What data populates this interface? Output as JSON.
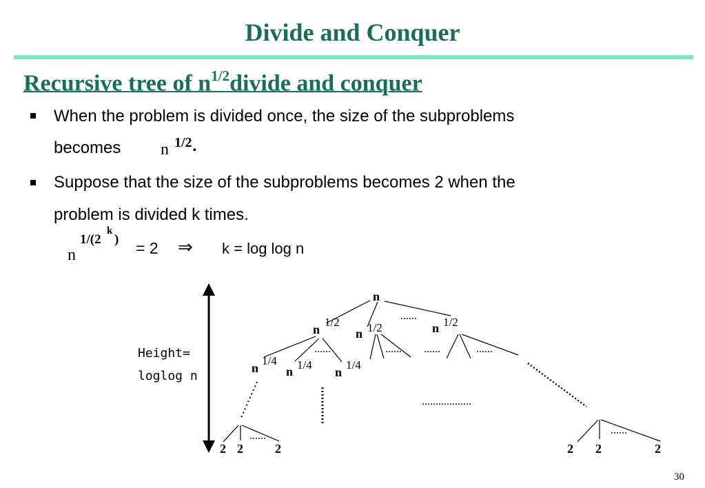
{
  "title": "Divide and Conquer",
  "subtitle": {
    "prefix": "Recursive tree of n",
    "exponent": "1/2",
    "suffix": "divide and conquer"
  },
  "bullets": [
    {
      "line1": "When the problem is divided once, the size of the subproblems",
      "line2_prefix": "becomes",
      "math_base": "n",
      "math_exp": "1/2",
      "period": "."
    },
    {
      "line1": "Suppose that the size of the subproblems becomes 2 when the",
      "line2": "problem is divided k times."
    }
  ],
  "equation": {
    "base": "n",
    "exp_main": "1/(2",
    "exp_k": "k",
    "exp_close": ")",
    "equals": "= 2",
    "implies": "⇒",
    "result": "k = log log n"
  },
  "height_label": {
    "line1": "Height=",
    "line2": "loglog n"
  },
  "tree": {
    "root": "n",
    "level1": [
      {
        "base": "n",
        "exp": "1/2"
      },
      {
        "base": "n",
        "exp": "1/2"
      },
      {
        "base": "n",
        "exp": "1/2"
      }
    ],
    "level2": [
      {
        "base": "n",
        "exp": "1/4"
      },
      {
        "base": "n",
        "exp": "1/4"
      },
      {
        "base": "n",
        "exp": "1/4"
      }
    ],
    "dots": "......",
    "long_dots": "..................",
    "leaf_left": [
      "2",
      "2",
      "2"
    ],
    "leaf_right": [
      "2",
      "2",
      "2"
    ]
  },
  "page_number": "30"
}
